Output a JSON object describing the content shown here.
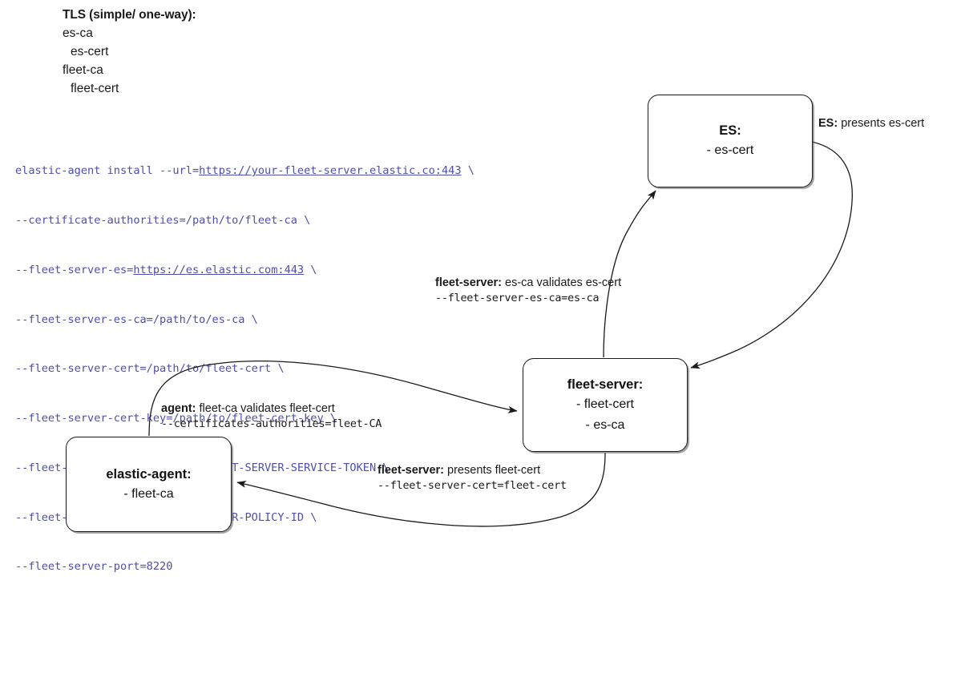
{
  "tls_legend": {
    "title": "TLS (simple/ one-way):",
    "lines": [
      {
        "text": "es-ca",
        "indent": false
      },
      {
        "text": "es-cert",
        "indent": true
      },
      {
        "text": "fleet-ca",
        "indent": false
      },
      {
        "text": "fleet-cert",
        "indent": true
      }
    ]
  },
  "command": {
    "lines": [
      {
        "pre": "elastic-agent install --url=",
        "link": "https://your-fleet-server.elastic.co:443",
        "post": " \\"
      },
      {
        "pre": "--certificate-authorities=/path/to/fleet-ca \\",
        "link": "",
        "post": ""
      },
      {
        "pre": "--fleet-server-es=",
        "link": "https://es.elastic.com:443",
        "post": " \\"
      },
      {
        "pre": "--fleet-server-es-ca=/path/to/es-ca \\",
        "link": "",
        "post": ""
      },
      {
        "pre": "--fleet-server-cert=/path/to/fleet-cert \\",
        "link": "",
        "post": ""
      },
      {
        "pre": "--fleet-server-cert-key=/path/to/fleet-cert-key \\",
        "link": "",
        "post": ""
      },
      {
        "pre": "--fleet-server-service-token=FLEET-SERVER-SERVICE-TOKEN \\",
        "link": "",
        "post": ""
      },
      {
        "pre": "--fleet-server-policy=FLEET-SERVER-POLICY-ID \\",
        "link": "",
        "post": ""
      },
      {
        "pre": "--fleet-server-port=8220",
        "link": "",
        "post": ""
      }
    ],
    "text_color": "#4e4eab"
  },
  "diagram": {
    "nodes": {
      "es": {
        "title": "ES:",
        "items": [
          "- es-cert"
        ]
      },
      "fleet_server": {
        "title": "fleet-server:",
        "items": [
          "- fleet-cert",
          "- es-ca"
        ]
      },
      "elastic_agent": {
        "title": "elastic-agent:",
        "items": [
          "- fleet-ca"
        ]
      }
    },
    "edge_labels": {
      "es_presents": {
        "bold": "ES:",
        "rest": " presents es-cert"
      },
      "fleet_validates": {
        "bold": "fleet-server:",
        "rest": " es-ca validates es-cert",
        "mono": "--fleet-server-es-ca=es-ca"
      },
      "agent_validates": {
        "bold": "agent:",
        "rest": " fleet-ca validates fleet-cert",
        "mono": "--certificates-authorities=fleet-CA"
      },
      "fleet_presents": {
        "bold": "fleet-server:",
        "rest": " presents fleet-cert",
        "mono": "--fleet-server-cert=fleet-cert"
      }
    },
    "line_color": "#1a1a1a"
  }
}
